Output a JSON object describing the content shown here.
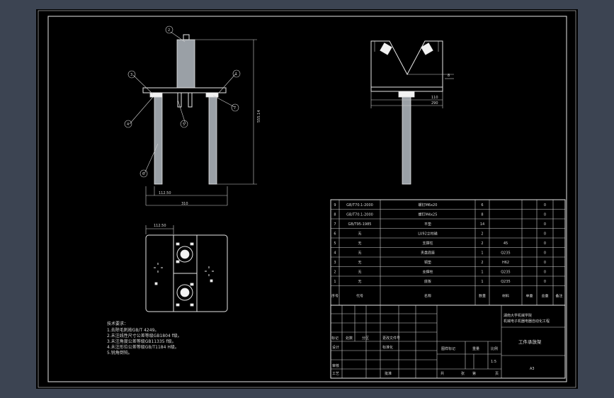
{
  "colors": {
    "background": "#3c4452",
    "sheet": "#000000",
    "line": "#e6e6e6",
    "part_fill": "#9aa0a6"
  },
  "dimensions": {
    "height_total": "555.14",
    "front_offset": "112.50",
    "front_width": "310",
    "top_offset": "112.50",
    "side_small": "8",
    "side_inner": "110",
    "side_width": "290"
  },
  "balloons": [
    "2",
    "3",
    "1",
    "4",
    "5",
    "7",
    "6"
  ],
  "bom_rows": [
    {
      "no": "9",
      "code": "GB/T70.1-2000",
      "name": "螺钉M6x20",
      "qty": "6",
      "mat": "",
      "unit": "",
      "total": "0",
      "note": ""
    },
    {
      "no": "8",
      "code": "GB/T70.1-2000",
      "name": "螺钉M4x25",
      "qty": "8",
      "mat": "",
      "unit": "",
      "total": "0",
      "note": ""
    },
    {
      "no": "7",
      "code": "GB/T95-1985",
      "name": "平垫",
      "qty": "14",
      "mat": "",
      "unit": "",
      "total": "0",
      "note": ""
    },
    {
      "no": "6",
      "code": "无",
      "name": "LU92立柱磁",
      "qty": "2",
      "mat": "",
      "unit": "",
      "total": "0",
      "note": ""
    },
    {
      "no": "5",
      "code": "无",
      "name": "支撑柱",
      "qty": "2",
      "mat": "45",
      "unit": "",
      "total": "0",
      "note": ""
    },
    {
      "no": "4",
      "code": "无",
      "name": "夹盘底座",
      "qty": "1",
      "mat": "Q235",
      "unit": "",
      "total": "0",
      "note": ""
    },
    {
      "no": "3",
      "code": "无",
      "name": "铜垫",
      "qty": "2",
      "mat": "H62",
      "unit": "",
      "total": "0",
      "note": ""
    },
    {
      "no": "2",
      "code": "无",
      "name": "支撑柱",
      "qty": "1",
      "mat": "Q235",
      "unit": "",
      "total": "0",
      "note": ""
    },
    {
      "no": "1",
      "code": "无",
      "name": "底板",
      "qty": "1",
      "mat": "Q235",
      "unit": "",
      "total": "0",
      "note": ""
    }
  ],
  "bom_header": {
    "no": "序号",
    "code": "代号",
    "name": "名称",
    "qty": "数量",
    "mat": "材料",
    "unit": "单重",
    "total": "总重",
    "note": "备注"
  },
  "title_block": {
    "company": "湖南大学机械学院\n机械电子机器电器自动化工程",
    "drawing_name": "工件承放架",
    "drawing_no": "A3",
    "mark_label": "标记",
    "zone_label": "处数",
    "partition_label": "分区",
    "change_doc": "更改文件号",
    "design": "设计",
    "standard": "标准化",
    "stage_mark": "图样标记",
    "weight": "重量",
    "scale": "比例",
    "scale_value": "1:5",
    "review": "审核",
    "process": "工艺",
    "approve": "批准",
    "total_sheets": "共",
    "sheet": "张",
    "sheet_no": "第",
    "page": "页"
  },
  "notes": {
    "heading": "技术要求：",
    "lines": [
      "1.去除毛刺按GB/T 4249。",
      "2.未注线性尺寸公差等级GB1804 f级。",
      "3.未注角度公差等级GB11335 f级。",
      "4.未注形位公差等级GB/T1184 H级。",
      "5.锐角倒钝。"
    ]
  }
}
